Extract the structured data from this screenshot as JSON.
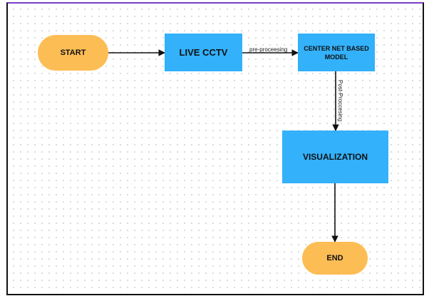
{
  "diagram": {
    "nodes": {
      "start": "START",
      "live_cctv": "LIVE CCTV",
      "model_line1": "CENTER NET BASED",
      "model_line2": "MODEL",
      "visualization": "VISUALIZATION",
      "end": "END"
    },
    "edges": {
      "pre_processing": "pre-proceesing",
      "post_processing": "Post-Proccesing"
    }
  },
  "colors": {
    "terminal_fill": "#fdbd55",
    "process_fill": "#33b1fb",
    "frame_top": "#7b3fc4",
    "connector": "#111111"
  }
}
